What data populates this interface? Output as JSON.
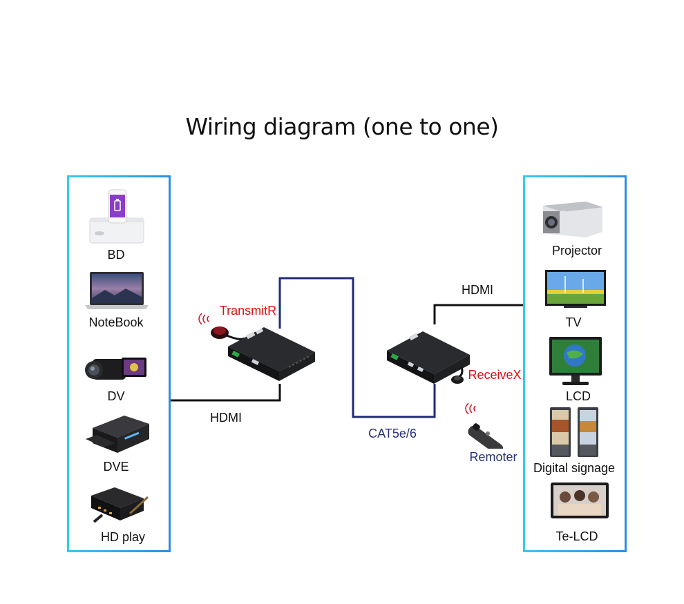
{
  "title": "Wiring diagram (one to one)",
  "sources": [
    "BD",
    "NoteBook",
    "DV",
    "DVE",
    "HD play"
  ],
  "displays": [
    "Projector",
    "TV",
    "LCD",
    "Digital signage",
    "Te-LCD"
  ],
  "labels": {
    "hdmi_left": "HDMI",
    "hdmi_right": "HDMI",
    "cable": "CAT5e/6",
    "transmitter": "TransmitR",
    "receiver": "ReceiveX",
    "remote": "Remoter"
  },
  "colors": {
    "panel_border_start": "#35c8ef",
    "panel_border_end": "#2a8fe3",
    "hdmi_wire": "#111111",
    "cat_wire": "#1f2a7a",
    "label_red": "#e01010",
    "label_navy": "#27307a"
  }
}
